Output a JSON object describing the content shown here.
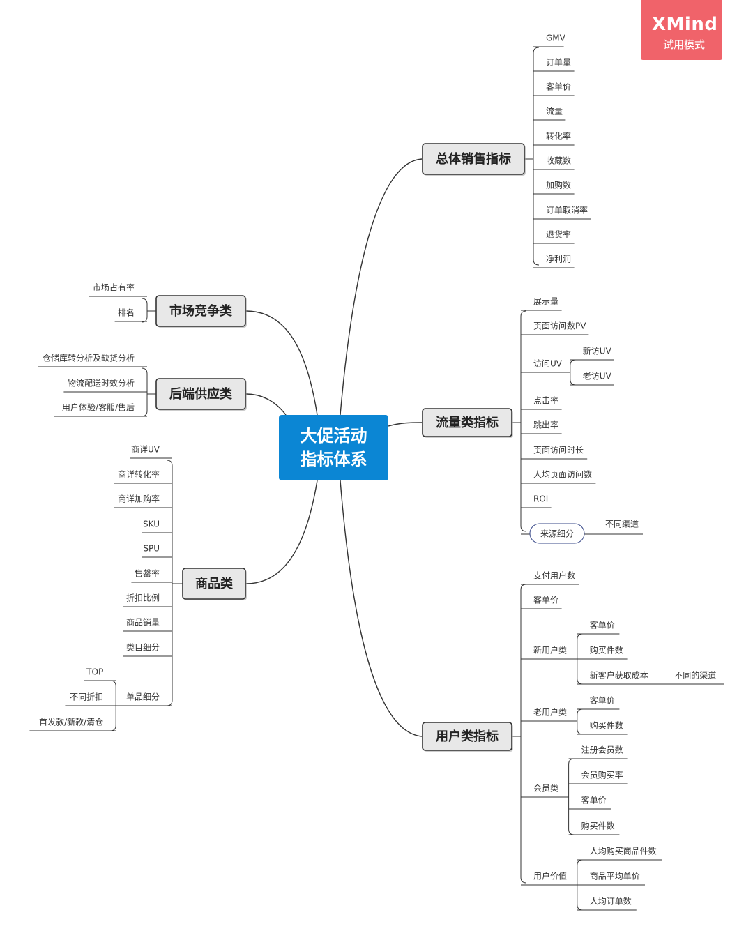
{
  "watermark": {
    "brand": "XMind",
    "mode": "试用模式"
  },
  "colors": {
    "center": "#0b86d4",
    "topic_fill": "#e8e8e8",
    "line": "#333333",
    "watermark": "#f0636a"
  },
  "mindmap": {
    "center": {
      "line1": "大促活动",
      "line2": "指标体系"
    },
    "branches": [
      {
        "id": "sales",
        "label": "总体销售指标",
        "items": [
          {
            "label": "GMV"
          },
          {
            "label": "订单量"
          },
          {
            "label": "客单价"
          },
          {
            "label": "流量"
          },
          {
            "label": "转化率"
          },
          {
            "label": "收藏数"
          },
          {
            "label": "加购数"
          },
          {
            "label": "订单取消率"
          },
          {
            "label": "退货率"
          },
          {
            "label": "净利润"
          }
        ]
      },
      {
        "id": "traffic",
        "label": "流量类指标",
        "items": [
          {
            "label": "展示量"
          },
          {
            "label": "页面访问数PV"
          },
          {
            "label": "访问UV",
            "children": [
              {
                "label": "新访UV"
              },
              {
                "label": "老访UV"
              }
            ]
          },
          {
            "label": "点击率"
          },
          {
            "label": "跳出率"
          },
          {
            "label": "页面访问时长"
          },
          {
            "label": "人均页面访问数"
          },
          {
            "label": "ROI"
          },
          {
            "label": "来源细分",
            "children": [
              {
                "label": "不同渠道"
              }
            ]
          }
        ]
      },
      {
        "id": "user",
        "label": "用户类指标",
        "items": [
          {
            "label": "支付用户数"
          },
          {
            "label": "客单价"
          },
          {
            "label": "新用户类",
            "children": [
              {
                "label": "客单价"
              },
              {
                "label": "购买件数"
              },
              {
                "label": "新客户获取成本",
                "children": [
                  {
                    "label": "不同的渠道"
                  }
                ]
              }
            ]
          },
          {
            "label": "老用户类",
            "children": [
              {
                "label": "客单价"
              },
              {
                "label": "购买件数"
              }
            ]
          },
          {
            "label": "会员类",
            "children": [
              {
                "label": "注册会员数"
              },
              {
                "label": "会员购买率"
              },
              {
                "label": "客单价"
              },
              {
                "label": "购买件数"
              }
            ]
          },
          {
            "label": "用户价值",
            "children": [
              {
                "label": "人均购买商品件数"
              },
              {
                "label": "商品平均单价"
              },
              {
                "label": "人均订单数"
              }
            ]
          }
        ]
      },
      {
        "id": "market",
        "label": "市场竞争类",
        "items": [
          {
            "label": "市场占有率"
          },
          {
            "label": "排名"
          }
        ]
      },
      {
        "id": "supply",
        "label": "后端供应类",
        "items": [
          {
            "label": "仓储库转分析及缺货分析"
          },
          {
            "label": "物流配送时效分析"
          },
          {
            "label": "用户体验/客服/售后"
          }
        ]
      },
      {
        "id": "product",
        "label": "商品类",
        "items": [
          {
            "label": "商详UV"
          },
          {
            "label": "商详转化率"
          },
          {
            "label": "商详加购率"
          },
          {
            "label": "SKU"
          },
          {
            "label": "SPU"
          },
          {
            "label": "售罄率"
          },
          {
            "label": "折扣比例"
          },
          {
            "label": "商品销量"
          },
          {
            "label": "类目细分"
          },
          {
            "label": "单品细分",
            "children": [
              {
                "label": "TOP"
              },
              {
                "label": "不同折扣"
              },
              {
                "label": "首发款/新款/清仓"
              }
            ]
          }
        ]
      }
    ]
  }
}
